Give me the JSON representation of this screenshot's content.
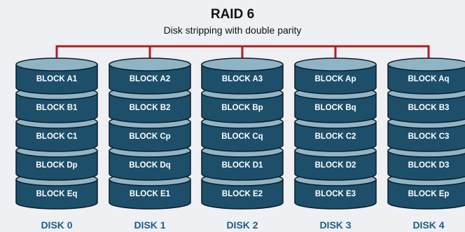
{
  "title": "RAID 6",
  "subtitle": "Disk stripping with double parity",
  "colors": {
    "background": "#eef0f3",
    "connector": "#b21e24",
    "disk_body": "#1d4f6b",
    "disk_top": "#8fb4c5",
    "disk_rim": "#0c1d28",
    "block_text": "#ffffff",
    "disk_label": "#1f5d86"
  },
  "disks": [
    {
      "label": "DISK 0",
      "blocks": [
        "BLOCK A1",
        "BLOCK B1",
        "BLOCK C1",
        "BLOCK Dp",
        "BLOCK Eq"
      ]
    },
    {
      "label": "DISK 1",
      "blocks": [
        "BLOCK A2",
        "BLOCK B2",
        "BLOCK Cp",
        "BLOCK Dq",
        "BLOCK E1"
      ]
    },
    {
      "label": "DISK 2",
      "blocks": [
        "BLOCK A3",
        "BLOCK Bp",
        "BLOCK Cq",
        "BLOCK D1",
        "BLOCK E2"
      ]
    },
    {
      "label": "DISK 3",
      "blocks": [
        "BLOCK Ap",
        "BLOCK Bq",
        "BLOCK C2",
        "BLOCK D2",
        "BLOCK E3"
      ]
    },
    {
      "label": "DISK 4",
      "blocks": [
        "BLOCK Aq",
        "BLOCK B3",
        "BLOCK C3",
        "BLOCK D3",
        "BLOCK Ep"
      ]
    }
  ]
}
